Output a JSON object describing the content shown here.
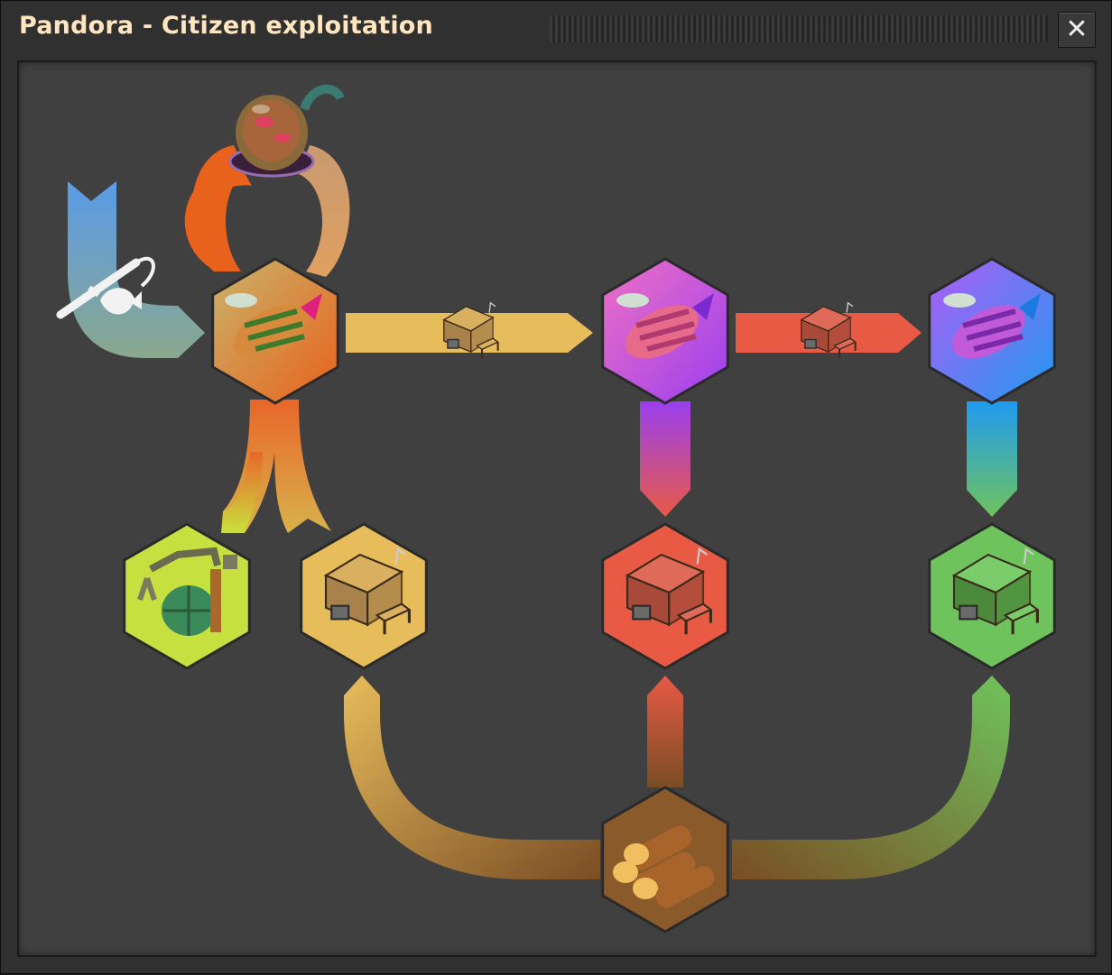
{
  "window": {
    "title": "Pandora - Citizen exploitation",
    "close_glyph": "✕"
  },
  "nodes": [
    {
      "id": "fish-orange",
      "icon": "orange-fish-icon",
      "colors": [
        "#c9b36a",
        "#e8621c"
      ]
    },
    {
      "id": "fish-pink",
      "icon": "pink-fish-icon",
      "colors": [
        "#ef6fc4",
        "#9a3ff0"
      ]
    },
    {
      "id": "fish-purple",
      "icon": "purple-fish-icon",
      "colors": [
        "#b05cf5",
        "#1f9af0"
      ]
    },
    {
      "id": "gatherer",
      "icon": "gatherer-machine-icon",
      "colors": [
        "#c6e040",
        "#c6e040"
      ]
    },
    {
      "id": "farm-yellow",
      "icon": "yellow-farm-building-icon",
      "colors": [
        "#e7bc5b",
        "#e7bc5b"
      ]
    },
    {
      "id": "farm-red",
      "icon": "red-farm-building-icon",
      "colors": [
        "#e85a44",
        "#e85a44"
      ]
    },
    {
      "id": "farm-green",
      "icon": "green-farm-building-icon",
      "colors": [
        "#6fc35c",
        "#6fc35c"
      ]
    },
    {
      "id": "wood",
      "icon": "wood-logs-icon",
      "colors": [
        "#8a5a2a",
        "#8a5a2a"
      ]
    },
    {
      "id": "incubator",
      "icon": "fish-incubator-icon",
      "colors": [
        "#5a3f2c",
        "#5a3f2c"
      ]
    }
  ],
  "colors": {
    "background": "#313031",
    "panel": "#414041",
    "title": "#ffe6c0",
    "orange": "#e8621c",
    "tan": "#d9a06a",
    "yellow": "#e7bc5b",
    "red": "#e85a44",
    "purple": "#9a3ff0",
    "blue": "#1f9af0",
    "green": "#6fc35c",
    "lime": "#c6e040",
    "brown": "#7a4d25"
  }
}
